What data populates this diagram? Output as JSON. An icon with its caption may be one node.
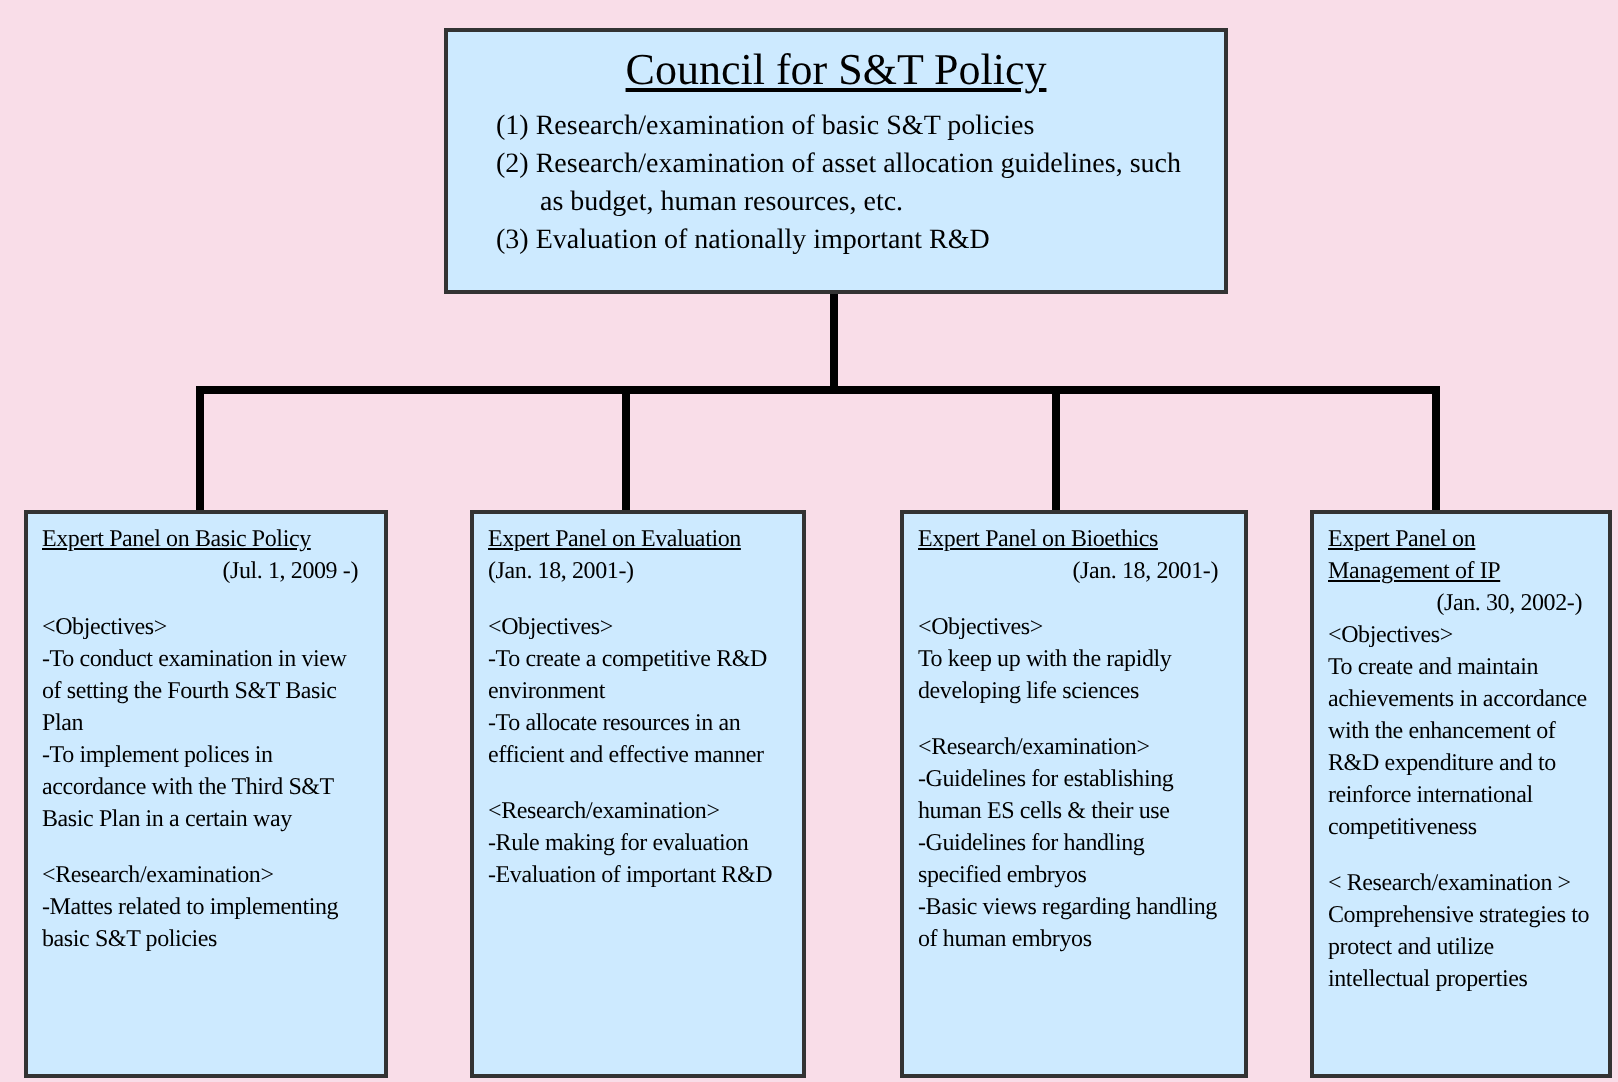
{
  "diagram": {
    "nodes": [
      {
        "text": [
          "Council for S&T Policy",
          "(1) Research/examination of basic S&T policies",
          "(2) Research/examination of asset allocation guidelines, such as budget, human resources, etc.",
          "(3) Evaluation of nationally important R&D"
        ]
      },
      {
        "text": [
          "Expert Panel on Basic Policy",
          "(Jul. 1, 2009 -)",
          "<Objectives>",
          "-To conduct examination in view of setting the Fourth S&T Basic Plan",
          "-To implement polices in accordance with the Third S&T Basic Plan in a certain way",
          "<Research/examination>",
          "-Mattes  related to implementing basic S&T policies"
        ]
      },
      {
        "text": [
          "Expert Panel on Evaluation",
          "(Jan. 18, 2001-)",
          "<Objectives>",
          "-To create a competitive R&D environment",
          "-To allocate resources in an efficient and effective manner",
          "<Research/examination>",
          "-Rule making for evaluation",
          "-Evaluation of important R&D"
        ]
      },
      {
        "text": [
          "Expert Panel on Bioethics",
          "(Jan. 18, 2001-)",
          "<Objectives>",
          "To keep up with the rapidly developing life sciences",
          "<Research/examination>",
          "-Guidelines for establishing human ES cells & their use",
          "-Guidelines for handling specified embryos",
          "-Basic views regarding handling of human embryos"
        ]
      },
      {
        "text": [
          "Expert Panel on Management of IP",
          "(Jan. 30, 2002-)",
          "<Objectives>",
          "To create and maintain achievements in accordance with the enhancement of R&D expenditure and to reinforce international competitiveness",
          "< Research/examination >",
          "Comprehensive strategies to protect and utilize intellectual properties"
        ]
      }
    ],
    "edges": [
      {
        "from": 0,
        "to": 1,
        "arrow": "none"
      },
      {
        "from": 0,
        "to": 2,
        "arrow": "none"
      },
      {
        "from": 0,
        "to": 3,
        "arrow": "none"
      },
      {
        "from": 0,
        "to": 4,
        "arrow": "none"
      }
    ]
  }
}
